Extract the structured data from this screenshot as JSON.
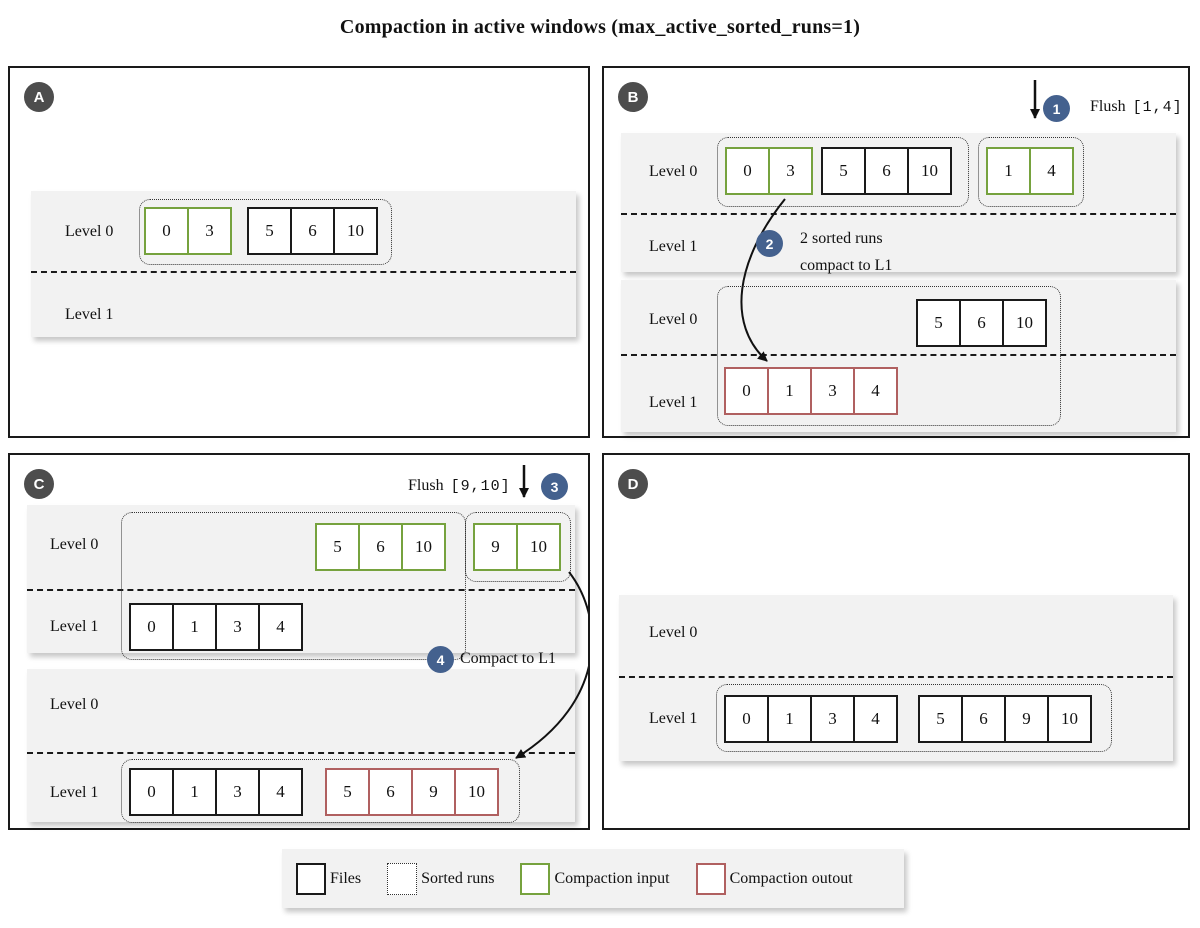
{
  "title": "Compaction in active windows (max_active_sorted_runs=1)",
  "colors": {
    "files_border": "#1a1a1a",
    "sorted_run_border": "#333333",
    "compaction_input": "#76a23e",
    "compaction_output": "#b06060",
    "step_badge": "#44618e",
    "panel_badge": "#4d4d4d",
    "level_band": "#f2f2f2"
  },
  "panels": {
    "a": {
      "badge": "A",
      "band1": {
        "level0_label": "Level 0",
        "level1_label": "Level 1",
        "input_cells": [
          "0",
          "3"
        ],
        "file_cells": [
          "5",
          "6",
          "10"
        ]
      }
    },
    "b": {
      "badge": "B",
      "step1": {
        "number": "1",
        "action": "Flush",
        "range": "[1,4]"
      },
      "band1": {
        "level0_label": "Level 0",
        "level1_label": "Level 1",
        "input_cells": [
          "0",
          "3"
        ],
        "file_cells": [
          "5",
          "6",
          "10"
        ],
        "flushed_cells": [
          "1",
          "4"
        ]
      },
      "step2": {
        "number": "2",
        "line1": "2 sorted runs",
        "line2": "compact to L1"
      },
      "band2": {
        "level0_label": "Level 0",
        "level1_label": "Level 1",
        "file_cells": [
          "5",
          "6",
          "10"
        ],
        "output_cells": [
          "0",
          "1",
          "3",
          "4"
        ]
      }
    },
    "c": {
      "badge": "C",
      "step3": {
        "number": "3",
        "action": "Flush",
        "range": "[9,10]"
      },
      "band1": {
        "level0_label": "Level 0",
        "level1_label": "Level 1",
        "input_cells": [
          "5",
          "6",
          "10"
        ],
        "flushed_cells": [
          "9",
          "10"
        ],
        "file_cells": [
          "0",
          "1",
          "3",
          "4"
        ]
      },
      "step4": {
        "number": "4",
        "label": "Compact to L1"
      },
      "band2": {
        "level0_label": "Level 0",
        "level1_label": "Level 1",
        "file_cells": [
          "0",
          "1",
          "3",
          "4"
        ],
        "output_cells": [
          "5",
          "6",
          "9",
          "10"
        ]
      }
    },
    "d": {
      "badge": "D",
      "band1": {
        "level0_label": "Level 0",
        "level1_label": "Level 1",
        "file_cells_left": [
          "0",
          "1",
          "3",
          "4"
        ],
        "file_cells_right": [
          "5",
          "6",
          "9",
          "10"
        ]
      }
    }
  },
  "legend": {
    "files": "Files",
    "sorted_runs": "Sorted runs",
    "compaction_input": "Compaction input",
    "compaction_output": "Compaction outout"
  }
}
